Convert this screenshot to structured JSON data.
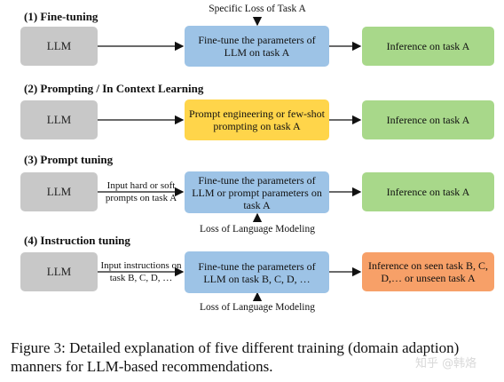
{
  "top_label": "Specific Loss of Task A",
  "sections": [
    {
      "title": "(1) Fine-tuning",
      "source": "LLM",
      "input_label": "",
      "middle": "Fine-tune the parameters of LLM on task A",
      "output": "Inference on task A",
      "bottom_label": ""
    },
    {
      "title": "(2) Prompting / In Context Learning",
      "source": "LLM",
      "input_label": "",
      "middle": "Prompt engineering or few-shot prompting on task A",
      "output": "Inference on task A",
      "bottom_label": ""
    },
    {
      "title": "(3) Prompt tuning",
      "source": "LLM",
      "input_label": "Input hard or soft prompts on task A",
      "middle": "Fine-tune the parameters of LLM or prompt parameters on task A",
      "output": "Inference on task A",
      "bottom_label": "Loss of Language Modeling"
    },
    {
      "title": "(4) Instruction tuning",
      "source": "LLM",
      "input_label": "Input instructions on task B, C, D, …",
      "middle": "Fine-tune the parameters of LLM on task B, C, D, …",
      "output": "Inference on seen task B, C, D,… or unseen task A",
      "bottom_label": "Loss of Language Modeling"
    }
  ],
  "caption": "Figure 3:  Detailed explanation of five different training (domain adaption) manners for LLM-based recommendations.",
  "watermark": "知乎 @韩烙",
  "colors": {
    "llm_box": "#c8c8c8",
    "finetune_box": "#9dc3e6",
    "prompt_box": "#ffd54a",
    "inference_box": "#a8d88a",
    "inference_unseen_box": "#f7a068"
  }
}
